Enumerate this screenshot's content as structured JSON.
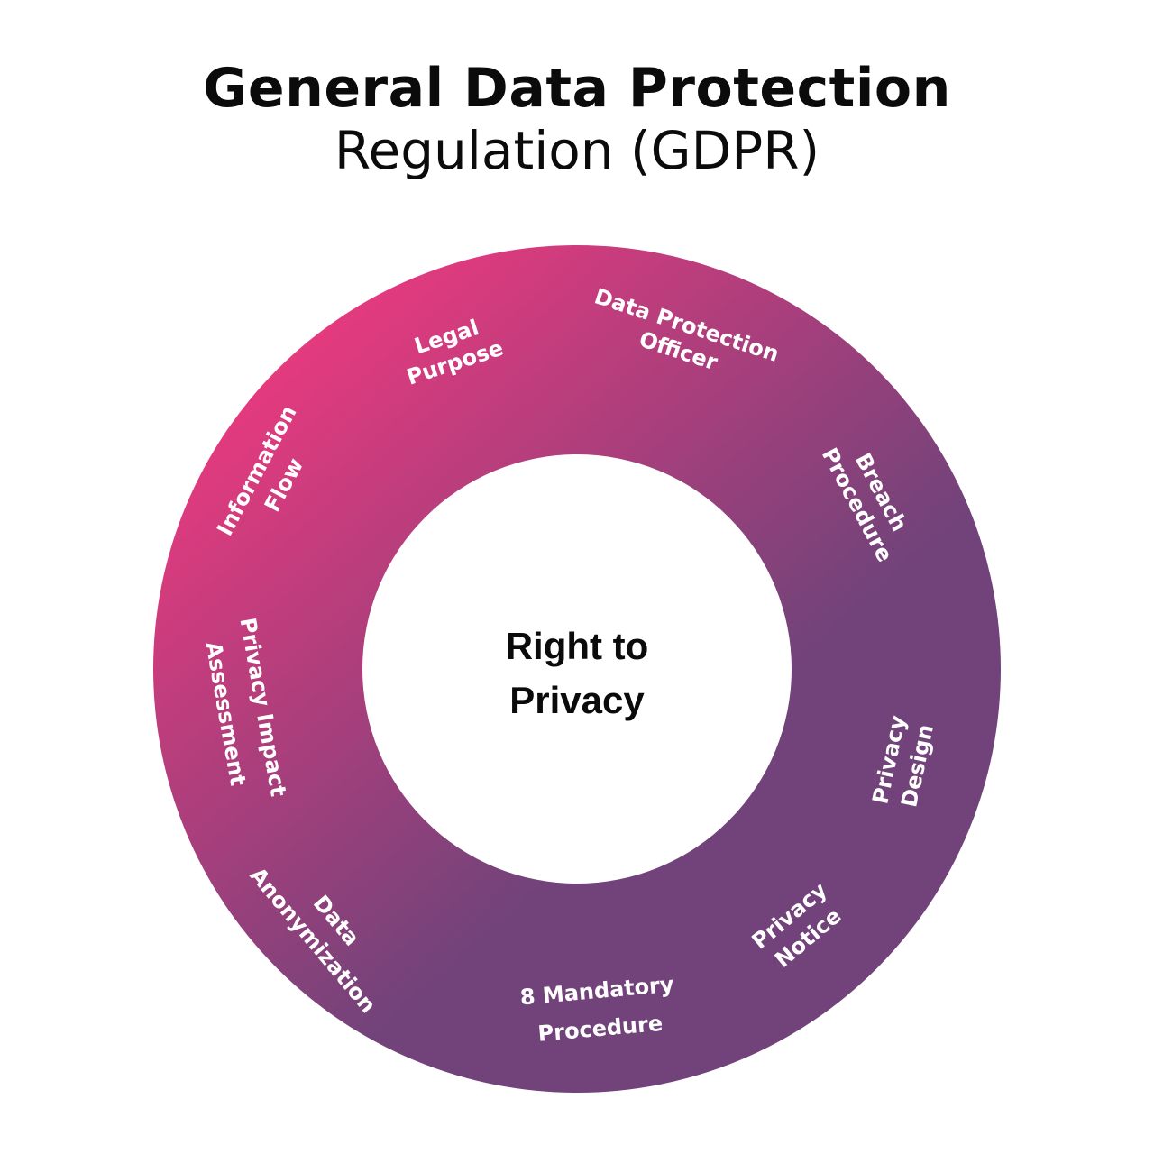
{
  "title": {
    "line1": "General Data Protection",
    "line2": "Regulation (GDPR)"
  },
  "center": {
    "line1": "Right to",
    "line2": "Privacy"
  },
  "colors": {
    "gradient_start": "#e63a7e",
    "gradient_end": "#72437a",
    "label": "#ffffff",
    "center_fill": "#ffffff",
    "title": "#0b0b0b"
  },
  "segments": [
    {
      "id": "legal-purpose",
      "lines": [
        "Legal",
        "Purpose"
      ]
    },
    {
      "id": "data-protection-officer",
      "lines": [
        "Data Protection",
        "Officer"
      ]
    },
    {
      "id": "breach-procedure",
      "lines": [
        "Breach",
        "Procedure"
      ]
    },
    {
      "id": "privacy-design",
      "lines": [
        "Privacy",
        "Design"
      ]
    },
    {
      "id": "privacy-notice",
      "lines": [
        "Privacy",
        "Notice"
      ]
    },
    {
      "id": "8-mandatory-procedure",
      "lines": [
        "8 Mandatory",
        "Procedure"
      ]
    },
    {
      "id": "data-anonymization",
      "lines": [
        "Data",
        "Anonymization"
      ]
    },
    {
      "id": "privacy-impact-assessment",
      "lines": [
        "Privacy Impact",
        "Assessment"
      ]
    },
    {
      "id": "information-flow",
      "lines": [
        "Information",
        "Flow"
      ]
    }
  ]
}
